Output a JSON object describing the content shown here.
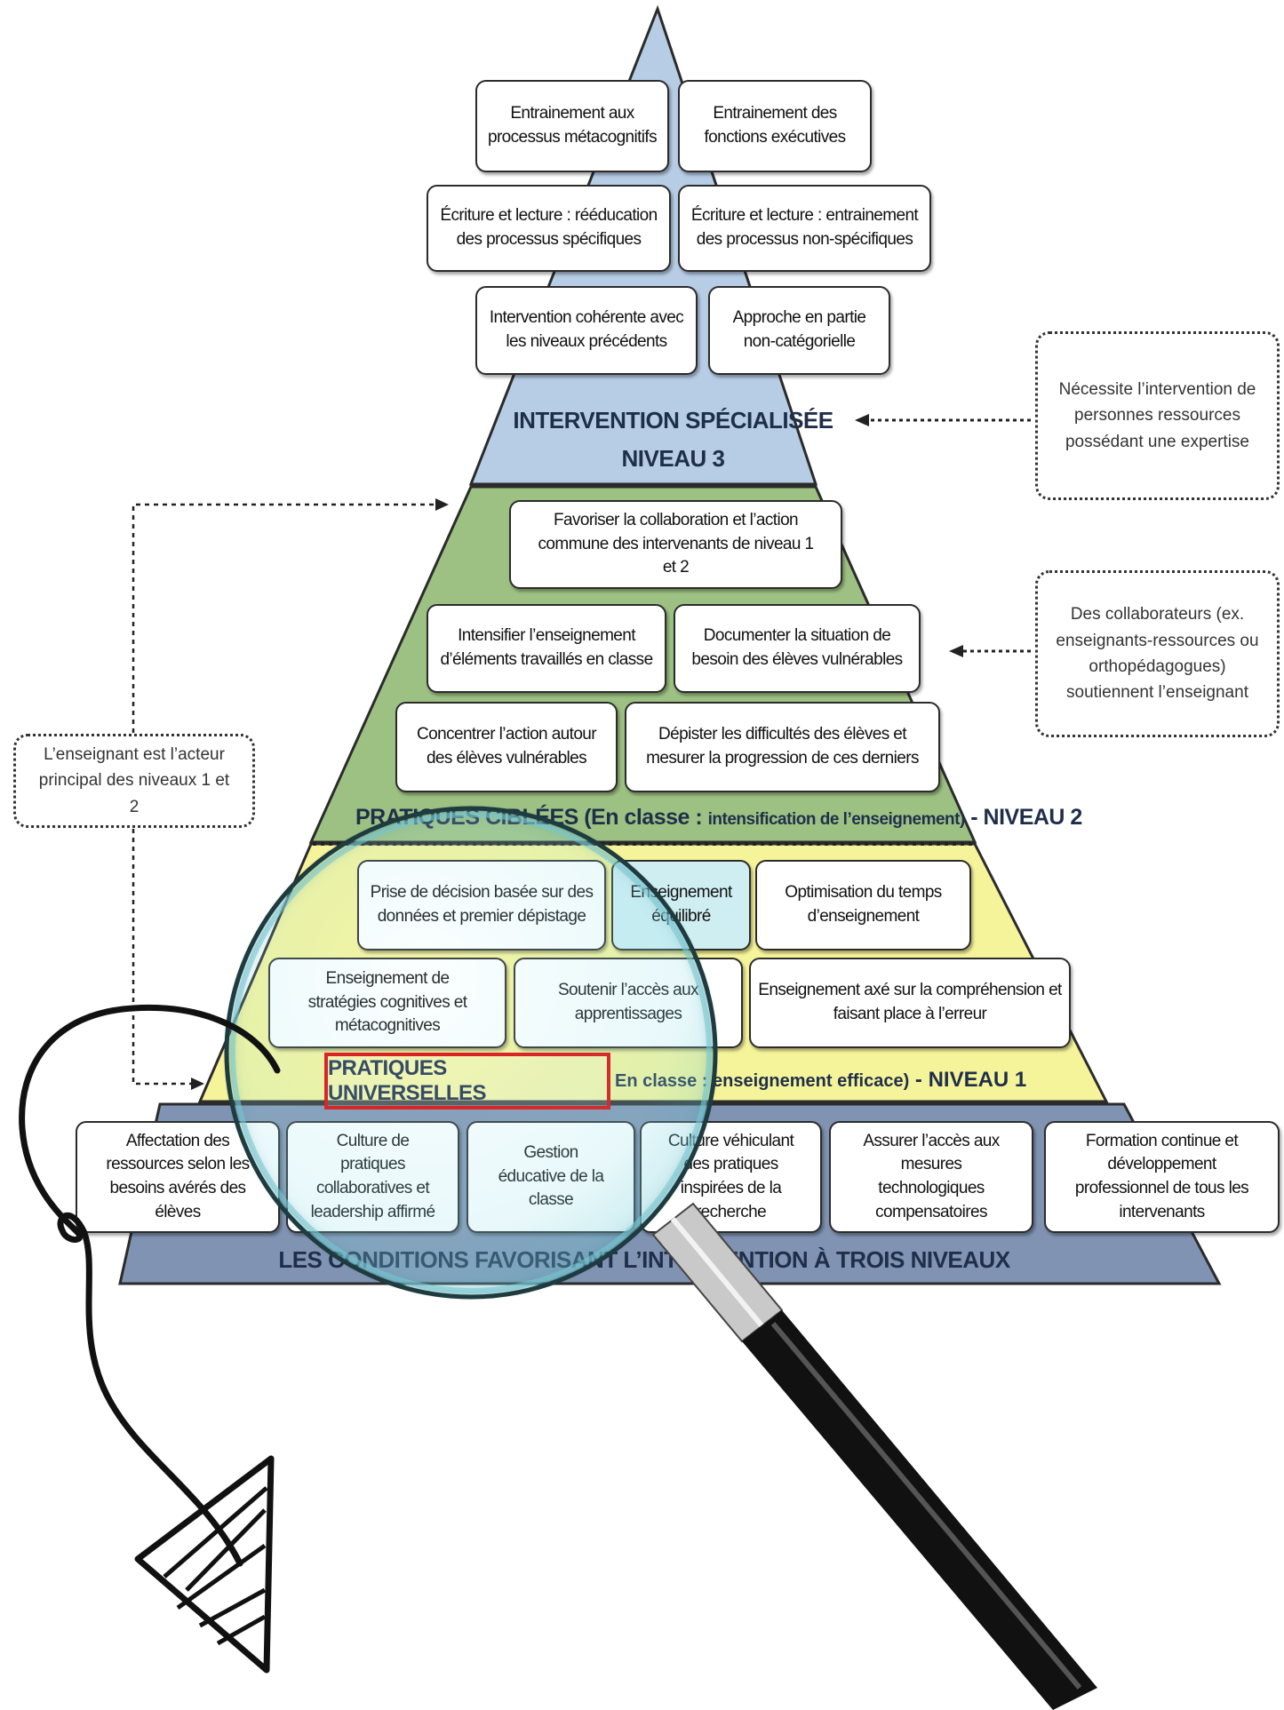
{
  "level3": {
    "title_line1": "INTERVENTION SPÉCIALISÉE",
    "title_line2": "NIVEAU 3",
    "boxes": [
      "Entrainement aux processus métacognitifs",
      "Entrainement des fonctions exécutives",
      "Écriture et lecture : rééducation des processus spécifiques",
      "Écriture et lecture : entrainement des processus non-spécifiques",
      "Intervention cohérente avec les niveaux précédents",
      "Approche en partie non-catégorielle"
    ]
  },
  "level2": {
    "title_main": "PRATIQUES CIBLÉES (En classe : ",
    "title_sub": "intensification de l’enseignement)",
    "title_end": " - NIVEAU 2",
    "boxes": [
      "Favoriser la collaboration et l’action commune des intervenants de niveau 1 et 2",
      "Intensifier l’enseignement d’éléments travaillés en classe",
      "Documenter la situation de besoin  des élèves vulnérables",
      "Concentrer l’action autour des élèves vulnérables",
      "Dépister les difficultés des élèves et mesurer la progression de ces derniers"
    ]
  },
  "level1": {
    "title_highlight": "PRATIQUES UNIVERSELLES",
    "title_sub": "En classe : enseignement efficace)",
    "title_end": " - NIVEAU 1",
    "boxes": [
      "Prise de décision basée sur des données et premier dépistage",
      "Enseignement équilibré",
      "Optimisation du temps d’enseignement",
      "Enseignement de stratégies cognitives et métacognitives",
      "Soutenir l’accès aux apprentissages",
      "Enseignement axé sur la compréhension et faisant place à l’erreur"
    ]
  },
  "base": {
    "title": "LES CONDITIONS FAVORISANT L’INTERVENTION À TROIS NIVEAUX",
    "boxes": [
      "Affectation des ressources selon les besoins avérés des élèves",
      "Culture de pratiques collaboratives et leadership affirmé",
      "Gestion éducative de la classe",
      "Culture véhiculant des pratiques inspirées de la recherche",
      "Assurer l’accès aux mesures technologiques compensatoires",
      "Formation continue et développement professionnel de tous les intervenants"
    ]
  },
  "notes": {
    "level3_note": "Nécessite l’intervention de personnes ressources possédant une expertise",
    "level2_note": "Des collaborateurs (ex. enseignants-ressources ou orthopédagogues) soutiennent l’enseignant",
    "teacher_note": "L’enseignant est l’acteur principal des niveaux 1 et 2"
  },
  "colors": {
    "level3_fill": "#b7cde6",
    "level2_fill": "#9dc182",
    "level1_fill": "#f6f49a",
    "base_fill": "#8093b2",
    "highlight_border": "#e00000"
  },
  "icons": [
    "magnifying-glass-icon",
    "hand-drawn-arrow-icon"
  ]
}
